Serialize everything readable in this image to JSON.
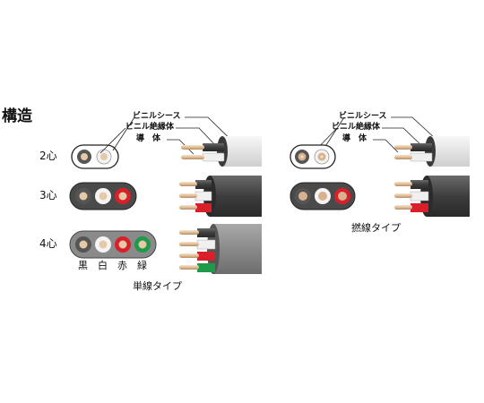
{
  "heading": "構造",
  "labels": {
    "sheath": "ビニルシース",
    "insulation": "ビニル絶縁体",
    "conductor": "導　体"
  },
  "rows": [
    {
      "label": "2心"
    },
    {
      "label": "3心"
    },
    {
      "label": "4心"
    }
  ],
  "core_colors": [
    "黒",
    "白",
    "赤",
    "緑"
  ],
  "captions": {
    "solid": "単線タイプ",
    "stranded": "撚線タイプ"
  },
  "colors": {
    "sheath_light": "#e9e9e9",
    "sheath_dark": "#3d3d3d",
    "sheath_gray": "#8a8a8a",
    "core_black": "#4a4a4a",
    "core_white": "#f2f2f2",
    "core_red": "#d9202a",
    "core_green": "#1f9a4a",
    "copper": "#e6c9a7",
    "strand": "#d9b18d"
  }
}
